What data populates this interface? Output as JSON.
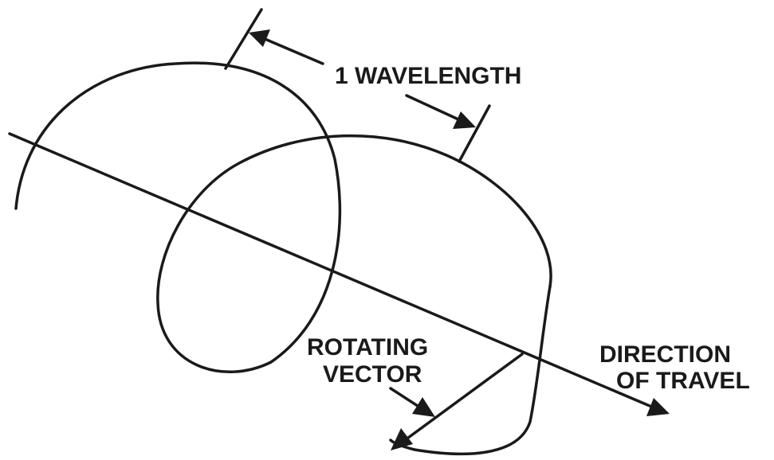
{
  "diagram": {
    "labels": {
      "wavelength": "1 WAVELENGTH",
      "rotating_vector": [
        "ROTATING",
        "VECTOR"
      ],
      "direction_of_travel": [
        "DIRECTION",
        "OF TRAVEL"
      ]
    },
    "colors": {
      "ink": "#1a1a1a",
      "background": "#ffffff"
    }
  }
}
